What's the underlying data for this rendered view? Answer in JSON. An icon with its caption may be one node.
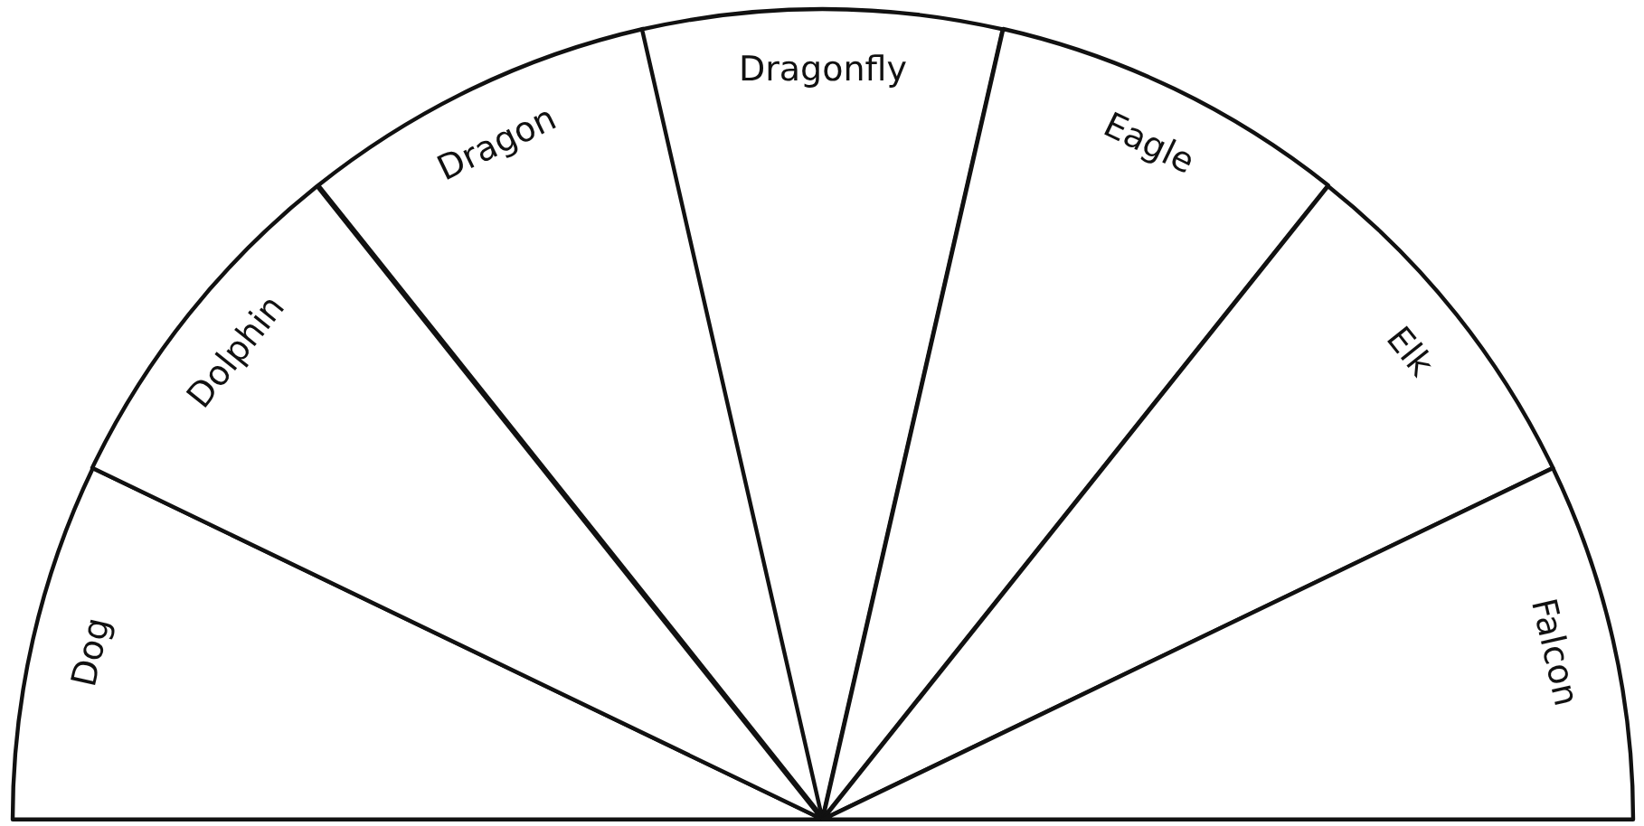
{
  "diagram": {
    "nodes": [
      {
        "text": [
          "Dog"
        ]
      },
      {
        "text": [
          "Dolphin"
        ]
      },
      {
        "text": [
          "Dragon"
        ]
      },
      {
        "text": [
          "Dragonfly"
        ]
      },
      {
        "text": [
          "Eagle"
        ]
      },
      {
        "text": [
          "Elk"
        ]
      },
      {
        "text": [
          "Falcon"
        ]
      }
    ]
  }
}
